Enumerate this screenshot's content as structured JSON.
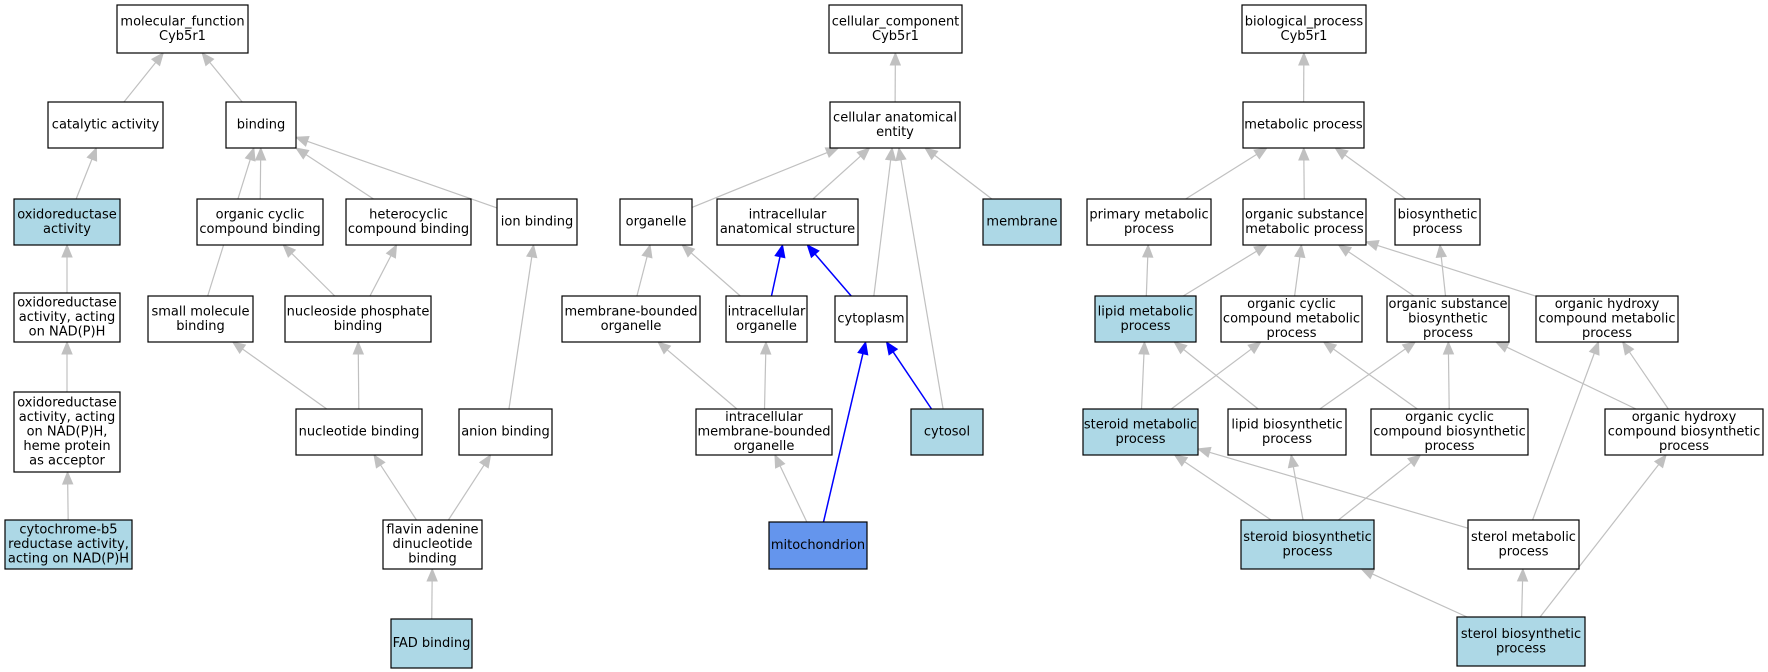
{
  "colors": {
    "node_fill": "#ffffff",
    "highlight_fill": "#add8e6",
    "selected_fill": "#6495ed",
    "edge_default": "#c0c0c0",
    "edge_highlight": "#0000ff",
    "stroke": "#000000"
  },
  "nodes": [
    {
      "id": "mf_root",
      "lines": [
        "molecular_function",
        "Cyb5r1"
      ],
      "fill": "#ffffff"
    },
    {
      "id": "catalytic_activity",
      "lines": [
        "catalytic activity"
      ],
      "fill": "#ffffff"
    },
    {
      "id": "binding",
      "lines": [
        "binding"
      ],
      "fill": "#ffffff"
    },
    {
      "id": "oxidoreductase_activity",
      "lines": [
        "oxidoreductase",
        "activity"
      ],
      "fill": "#add8e6"
    },
    {
      "id": "organic_cyclic_compound_binding",
      "lines": [
        "organic cyclic",
        "compound binding"
      ],
      "fill": "#ffffff"
    },
    {
      "id": "heterocyclic_compound_binding",
      "lines": [
        "heterocyclic",
        "compound binding"
      ],
      "fill": "#ffffff"
    },
    {
      "id": "ion_binding",
      "lines": [
        "ion binding"
      ],
      "fill": "#ffffff"
    },
    {
      "id": "oxidoreductase_nadph",
      "lines": [
        "oxidoreductase",
        "activity, acting",
        "on NAD(P)H"
      ],
      "fill": "#ffffff"
    },
    {
      "id": "small_molecule_binding",
      "lines": [
        "small molecule",
        "binding"
      ],
      "fill": "#ffffff"
    },
    {
      "id": "nucleoside_phosphate_binding",
      "lines": [
        "nucleoside phosphate",
        "binding"
      ],
      "fill": "#ffffff"
    },
    {
      "id": "oxidoreductase_heme",
      "lines": [
        "oxidoreductase",
        "activity, acting",
        "on NAD(P)H,",
        "heme protein",
        "as acceptor"
      ],
      "fill": "#ffffff"
    },
    {
      "id": "nucleotide_binding",
      "lines": [
        "nucleotide binding"
      ],
      "fill": "#ffffff"
    },
    {
      "id": "anion_binding",
      "lines": [
        "anion binding"
      ],
      "fill": "#ffffff"
    },
    {
      "id": "cytochrome_b5_reductase",
      "lines": [
        "cytochrome-b5",
        "reductase activity,",
        "acting on NAD(P)H"
      ],
      "fill": "#add8e6"
    },
    {
      "id": "fad_dinucleotide_binding",
      "lines": [
        "flavin adenine",
        "dinucleotide",
        "binding"
      ],
      "fill": "#ffffff"
    },
    {
      "id": "fad_binding",
      "lines": [
        "FAD binding"
      ],
      "fill": "#add8e6"
    },
    {
      "id": "cc_root",
      "lines": [
        "cellular_component",
        "Cyb5r1"
      ],
      "fill": "#ffffff"
    },
    {
      "id": "cellular_anatomical_entity",
      "lines": [
        "cellular anatomical",
        "entity"
      ],
      "fill": "#ffffff"
    },
    {
      "id": "organelle",
      "lines": [
        "organelle"
      ],
      "fill": "#ffffff"
    },
    {
      "id": "intracellular_anatomical_structure",
      "lines": [
        "intracellular",
        "anatomical structure"
      ],
      "fill": "#ffffff"
    },
    {
      "id": "membrane",
      "lines": [
        "membrane"
      ],
      "fill": "#add8e6"
    },
    {
      "id": "membrane_bounded_organelle",
      "lines": [
        "membrane-bounded",
        "organelle"
      ],
      "fill": "#ffffff"
    },
    {
      "id": "intracellular_organelle",
      "lines": [
        "intracellular",
        "organelle"
      ],
      "fill": "#ffffff"
    },
    {
      "id": "cytoplasm",
      "lines": [
        "cytoplasm"
      ],
      "fill": "#ffffff"
    },
    {
      "id": "intracellular_membrane_bounded_organelle",
      "lines": [
        "intracellular",
        "membrane-bounded",
        "organelle"
      ],
      "fill": "#ffffff"
    },
    {
      "id": "cytosol",
      "lines": [
        "cytosol"
      ],
      "fill": "#add8e6"
    },
    {
      "id": "mitochondrion",
      "lines": [
        "mitochondrion"
      ],
      "fill": "#6495ed"
    },
    {
      "id": "bp_root",
      "lines": [
        "biological_process",
        "Cyb5r1"
      ],
      "fill": "#ffffff"
    },
    {
      "id": "metabolic_process",
      "lines": [
        "metabolic process"
      ],
      "fill": "#ffffff"
    },
    {
      "id": "primary_metabolic_process",
      "lines": [
        "primary metabolic",
        "process"
      ],
      "fill": "#ffffff"
    },
    {
      "id": "organic_substance_metabolic_process",
      "lines": [
        "organic substance",
        "metabolic process"
      ],
      "fill": "#ffffff"
    },
    {
      "id": "biosynthetic_process",
      "lines": [
        "biosynthetic",
        "process"
      ],
      "fill": "#ffffff"
    },
    {
      "id": "lipid_metabolic_process",
      "lines": [
        "lipid metabolic",
        "process"
      ],
      "fill": "#add8e6"
    },
    {
      "id": "organic_cyclic_compound_metabolic_process",
      "lines": [
        "organic cyclic",
        "compound metabolic",
        "process"
      ],
      "fill": "#ffffff"
    },
    {
      "id": "organic_substance_biosynthetic_process",
      "lines": [
        "organic substance",
        "biosynthetic",
        "process"
      ],
      "fill": "#ffffff"
    },
    {
      "id": "organic_hydroxy_compound_metabolic_process",
      "lines": [
        "organic hydroxy",
        "compound metabolic",
        "process"
      ],
      "fill": "#ffffff"
    },
    {
      "id": "steroid_metabolic_process",
      "lines": [
        "steroid metabolic",
        "process"
      ],
      "fill": "#add8e6"
    },
    {
      "id": "lipid_biosynthetic_process",
      "lines": [
        "lipid biosynthetic",
        "process"
      ],
      "fill": "#ffffff"
    },
    {
      "id": "organic_cyclic_compound_biosynthetic_process",
      "lines": [
        "organic cyclic",
        "compound biosynthetic",
        "process"
      ],
      "fill": "#ffffff"
    },
    {
      "id": "organic_hydroxy_compound_biosynthetic_process",
      "lines": [
        "organic hydroxy",
        "compound biosynthetic",
        "process"
      ],
      "fill": "#ffffff"
    },
    {
      "id": "steroid_biosynthetic_process",
      "lines": [
        "steroid biosynthetic",
        "process"
      ],
      "fill": "#add8e6"
    },
    {
      "id": "sterol_metabolic_process",
      "lines": [
        "sterol metabolic",
        "process"
      ],
      "fill": "#ffffff"
    },
    {
      "id": "sterol_biosynthetic_process",
      "lines": [
        "sterol biosynthetic",
        "process"
      ],
      "fill": "#add8e6"
    }
  ],
  "edges": [
    {
      "from": "catalytic_activity",
      "to": "mf_root",
      "color": "#c0c0c0"
    },
    {
      "from": "binding",
      "to": "mf_root",
      "color": "#c0c0c0"
    },
    {
      "from": "oxidoreductase_activity",
      "to": "catalytic_activity",
      "color": "#c0c0c0"
    },
    {
      "from": "organic_cyclic_compound_binding",
      "to": "binding",
      "color": "#c0c0c0"
    },
    {
      "from": "heterocyclic_compound_binding",
      "to": "binding",
      "color": "#c0c0c0"
    },
    {
      "from": "ion_binding",
      "to": "binding",
      "color": "#c0c0c0"
    },
    {
      "from": "small_molecule_binding",
      "to": "binding",
      "color": "#c0c0c0"
    },
    {
      "from": "oxidoreductase_nadph",
      "to": "oxidoreductase_activity",
      "color": "#c0c0c0"
    },
    {
      "from": "nucleoside_phosphate_binding",
      "to": "organic_cyclic_compound_binding",
      "color": "#c0c0c0"
    },
    {
      "from": "nucleoside_phosphate_binding",
      "to": "heterocyclic_compound_binding",
      "color": "#c0c0c0"
    },
    {
      "from": "oxidoreductase_heme",
      "to": "oxidoreductase_nadph",
      "color": "#c0c0c0"
    },
    {
      "from": "nucleotide_binding",
      "to": "small_molecule_binding",
      "color": "#c0c0c0"
    },
    {
      "from": "nucleotide_binding",
      "to": "nucleoside_phosphate_binding",
      "color": "#c0c0c0"
    },
    {
      "from": "anion_binding",
      "to": "ion_binding",
      "color": "#c0c0c0"
    },
    {
      "from": "cytochrome_b5_reductase",
      "to": "oxidoreductase_heme",
      "color": "#c0c0c0"
    },
    {
      "from": "fad_dinucleotide_binding",
      "to": "nucleotide_binding",
      "color": "#c0c0c0"
    },
    {
      "from": "fad_dinucleotide_binding",
      "to": "anion_binding",
      "color": "#c0c0c0"
    },
    {
      "from": "fad_binding",
      "to": "fad_dinucleotide_binding",
      "color": "#c0c0c0"
    },
    {
      "from": "cellular_anatomical_entity",
      "to": "cc_root",
      "color": "#c0c0c0"
    },
    {
      "from": "organelle",
      "to": "cellular_anatomical_entity",
      "color": "#c0c0c0"
    },
    {
      "from": "intracellular_anatomical_structure",
      "to": "cellular_anatomical_entity",
      "color": "#c0c0c0"
    },
    {
      "from": "membrane",
      "to": "cellular_anatomical_entity",
      "color": "#c0c0c0"
    },
    {
      "from": "cytoplasm",
      "to": "cellular_anatomical_entity",
      "color": "#c0c0c0"
    },
    {
      "from": "cytosol",
      "to": "cellular_anatomical_entity",
      "color": "#c0c0c0"
    },
    {
      "from": "membrane_bounded_organelle",
      "to": "organelle",
      "color": "#c0c0c0"
    },
    {
      "from": "intracellular_organelle",
      "to": "organelle",
      "color": "#c0c0c0"
    },
    {
      "from": "intracellular_organelle",
      "to": "intracellular_anatomical_structure",
      "color": "#0000ff"
    },
    {
      "from": "cytoplasm",
      "to": "intracellular_anatomical_structure",
      "color": "#0000ff"
    },
    {
      "from": "intracellular_membrane_bounded_organelle",
      "to": "membrane_bounded_organelle",
      "color": "#c0c0c0"
    },
    {
      "from": "intracellular_membrane_bounded_organelle",
      "to": "intracellular_organelle",
      "color": "#c0c0c0"
    },
    {
      "from": "cytosol",
      "to": "cytoplasm",
      "color": "#0000ff"
    },
    {
      "from": "mitochondrion",
      "to": "intracellular_membrane_bounded_organelle",
      "color": "#c0c0c0"
    },
    {
      "from": "mitochondrion",
      "to": "cytoplasm",
      "color": "#0000ff"
    },
    {
      "from": "metabolic_process",
      "to": "bp_root",
      "color": "#c0c0c0"
    },
    {
      "from": "primary_metabolic_process",
      "to": "metabolic_process",
      "color": "#c0c0c0"
    },
    {
      "from": "organic_substance_metabolic_process",
      "to": "metabolic_process",
      "color": "#c0c0c0"
    },
    {
      "from": "biosynthetic_process",
      "to": "metabolic_process",
      "color": "#c0c0c0"
    },
    {
      "from": "lipid_metabolic_process",
      "to": "primary_metabolic_process",
      "color": "#c0c0c0"
    },
    {
      "from": "lipid_metabolic_process",
      "to": "organic_substance_metabolic_process",
      "color": "#c0c0c0"
    },
    {
      "from": "organic_cyclic_compound_metabolic_process",
      "to": "organic_substance_metabolic_process",
      "color": "#c0c0c0"
    },
    {
      "from": "organic_substance_biosynthetic_process",
      "to": "organic_substance_metabolic_process",
      "color": "#c0c0c0"
    },
    {
      "from": "organic_substance_biosynthetic_process",
      "to": "biosynthetic_process",
      "color": "#c0c0c0"
    },
    {
      "from": "organic_hydroxy_compound_metabolic_process",
      "to": "organic_substance_metabolic_process",
      "color": "#c0c0c0"
    },
    {
      "from": "steroid_metabolic_process",
      "to": "lipid_metabolic_process",
      "color": "#c0c0c0"
    },
    {
      "from": "steroid_metabolic_process",
      "to": "organic_cyclic_compound_metabolic_process",
      "color": "#c0c0c0"
    },
    {
      "from": "lipid_biosynthetic_process",
      "to": "lipid_metabolic_process",
      "color": "#c0c0c0"
    },
    {
      "from": "lipid_biosynthetic_process",
      "to": "organic_substance_biosynthetic_process",
      "color": "#c0c0c0"
    },
    {
      "from": "organic_cyclic_compound_biosynthetic_process",
      "to": "organic_cyclic_compound_metabolic_process",
      "color": "#c0c0c0"
    },
    {
      "from": "organic_cyclic_compound_biosynthetic_process",
      "to": "organic_substance_biosynthetic_process",
      "color": "#c0c0c0"
    },
    {
      "from": "organic_hydroxy_compound_biosynthetic_process",
      "to": "organic_hydroxy_compound_metabolic_process",
      "color": "#c0c0c0"
    },
    {
      "from": "organic_hydroxy_compound_biosynthetic_process",
      "to": "organic_substance_biosynthetic_process",
      "color": "#c0c0c0"
    },
    {
      "from": "steroid_biosynthetic_process",
      "to": "steroid_metabolic_process",
      "color": "#c0c0c0"
    },
    {
      "from": "steroid_biosynthetic_process",
      "to": "lipid_biosynthetic_process",
      "color": "#c0c0c0"
    },
    {
      "from": "steroid_biosynthetic_process",
      "to": "organic_cyclic_compound_biosynthetic_process",
      "color": "#c0c0c0"
    },
    {
      "from": "sterol_metabolic_process",
      "to": "steroid_metabolic_process",
      "color": "#c0c0c0"
    },
    {
      "from": "sterol_metabolic_process",
      "to": "organic_hydroxy_compound_metabolic_process",
      "color": "#c0c0c0"
    },
    {
      "from": "sterol_biosynthetic_process",
      "to": "steroid_biosynthetic_process",
      "color": "#c0c0c0"
    },
    {
      "from": "sterol_biosynthetic_process",
      "to": "sterol_metabolic_process",
      "color": "#c0c0c0"
    },
    {
      "from": "sterol_biosynthetic_process",
      "to": "organic_hydroxy_compound_biosynthetic_process",
      "color": "#c0c0c0"
    }
  ]
}
